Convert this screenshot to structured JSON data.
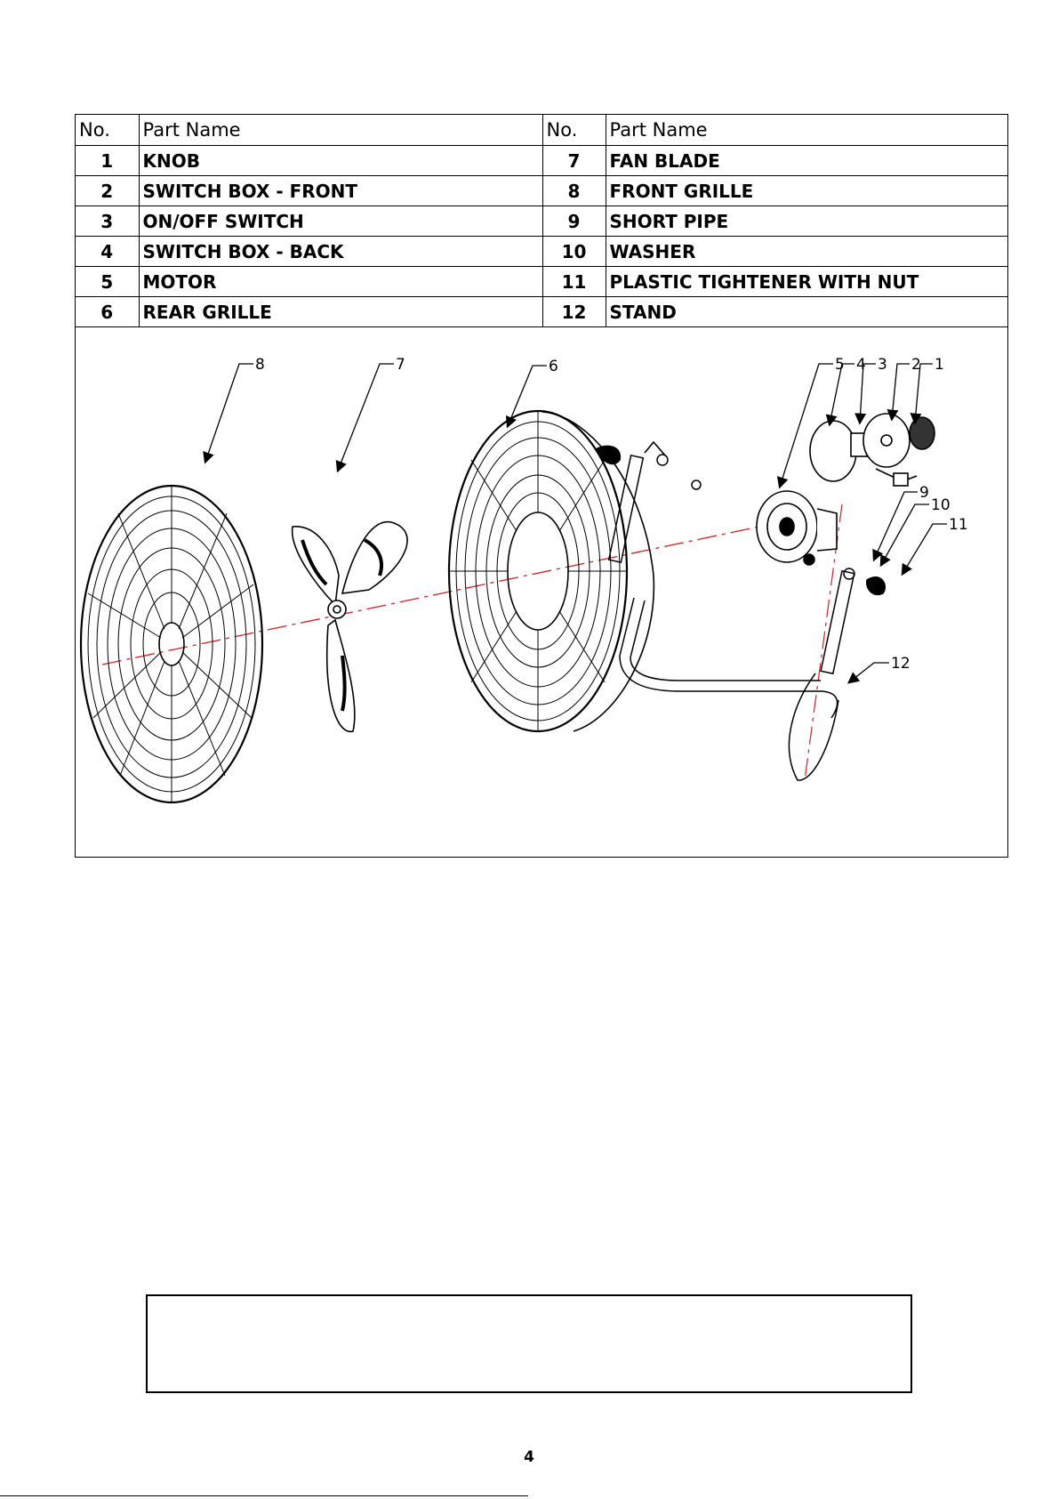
{
  "parts_table": {
    "headers": {
      "no": "No.",
      "part_name": "Part Name"
    },
    "rows": [
      {
        "left_no": "1",
        "left_name": "KNOB",
        "right_no": "7",
        "right_name": "FAN BLADE"
      },
      {
        "left_no": "2",
        "left_name": "SWITCH BOX - FRONT",
        "right_no": "8",
        "right_name": "FRONT GRILLE"
      },
      {
        "left_no": "3",
        "left_name": "ON/OFF SWITCH",
        "right_no": "9",
        "right_name": "SHORT PIPE"
      },
      {
        "left_no": "4",
        "left_name": "SWITCH BOX - BACK",
        "right_no": "10",
        "right_name": "WASHER"
      },
      {
        "left_no": "5",
        "left_name": "MOTOR",
        "right_no": "11",
        "right_name": "PLASTIC TIGHTENER WITH NUT"
      },
      {
        "left_no": "6",
        "left_name": "REAR GRILLE",
        "right_no": "12",
        "right_name": "STAND"
      }
    ]
  },
  "diagram": {
    "callouts": [
      "8",
      "7",
      "6",
      "5",
      "4",
      "3",
      "2",
      "1",
      "9",
      "10",
      "11",
      "12"
    ]
  },
  "page_number": "4"
}
